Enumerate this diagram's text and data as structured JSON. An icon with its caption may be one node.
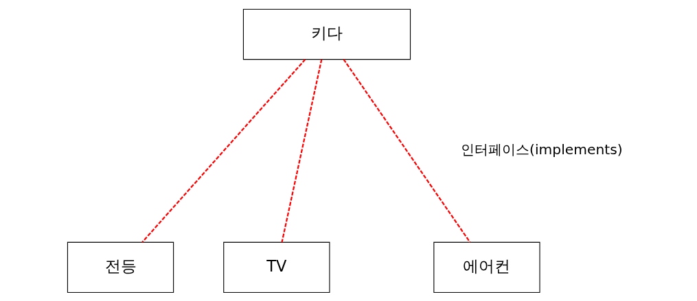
{
  "diagram": {
    "nodes": [
      {
        "text": [
          "키다"
        ]
      },
      {
        "text": [
          "전등"
        ]
      },
      {
        "text": [
          "TV"
        ]
      },
      {
        "text": [
          "에어컨"
        ]
      }
    ],
    "edges": [
      {
        "from": 0,
        "to": 1,
        "arrow": "none",
        "style": "dashed",
        "color": "#ff0000"
      },
      {
        "from": 0,
        "to": 2,
        "arrow": "none",
        "style": "dashed",
        "color": "#ff0000"
      },
      {
        "from": 0,
        "to": 3,
        "arrow": "none",
        "style": "dashed",
        "color": "#ff0000"
      }
    ],
    "labels": [
      "인터페이스(implements)"
    ]
  }
}
